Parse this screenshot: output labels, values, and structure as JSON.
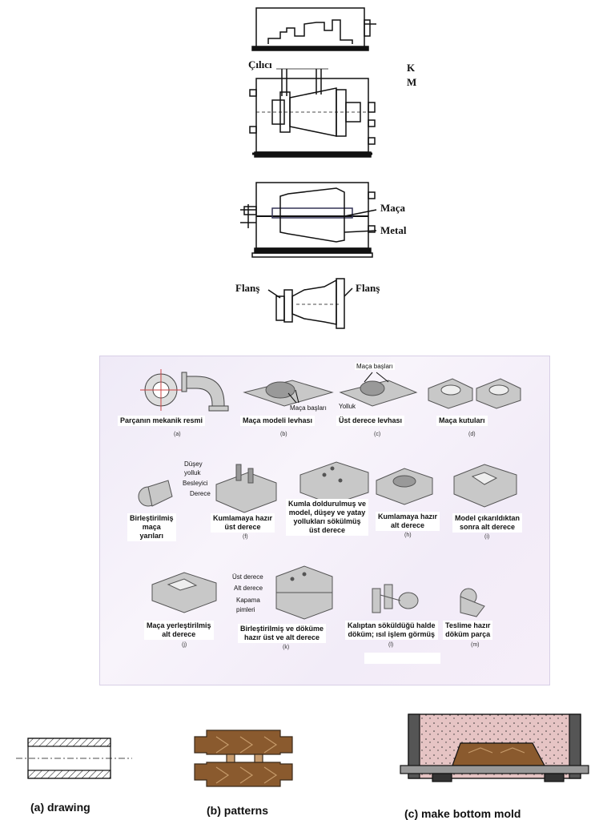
{
  "top_figure": {
    "labels": {
      "sprue": "Çılıcı",
      "right_partial_1": "K",
      "right_partial_2": "M",
      "core": "Maça",
      "metal": "Metal",
      "flange_left": "Flanş",
      "flange_right": "Flanş"
    }
  },
  "process_panel": {
    "steps": [
      {
        "caption": "Parçanın mekanik resmi",
        "letter": "(a)"
      },
      {
        "caption": "Maça modeli levhası",
        "letter": "(b)",
        "callout": "Maça başları"
      },
      {
        "caption": "Üst derece levhası",
        "letter": "(c)",
        "callout_top": "Maça başları",
        "callout_side": "Yolluk"
      },
      {
        "caption": "Maça kutuları",
        "letter": "(d)"
      },
      {
        "caption": "Birleştirilmiş\nmaça\nyarıları",
        "letter": ""
      },
      {
        "caption": "Kumlamaya hazır\nüst derece",
        "letter": "(f)",
        "callouts": [
          "Düşey",
          "yolluk",
          "Besleyici",
          "Derece"
        ]
      },
      {
        "caption": "Kumla doldurulmuş ve\nmodel, düşey ve yatay\nyollukları sökülmüş\nüst derece",
        "letter": ""
      },
      {
        "caption": "Kumlamaya hazır\nalt derece",
        "letter": "(h)"
      },
      {
        "caption": "Model çıkarıldıktan\nsonra alt derece",
        "letter": "(i)"
      },
      {
        "caption": "Maça yerleştirilmiş\nalt derece",
        "letter": "(j)"
      },
      {
        "caption": "Birleştirilmiş ve döküme\nhazır üst ve alt derece",
        "letter": "(k)",
        "callouts": [
          "Üst derece",
          "Alt derece",
          "Kapama",
          "pimleri"
        ]
      },
      {
        "caption": "Kalıptan söküldüğü halde\ndöküm; ısıl işlem görmüş",
        "letter": "(l)"
      },
      {
        "caption": "Teslime hazır\ndöküm parça",
        "letter": "(m)"
      }
    ]
  },
  "bottom_row": {
    "captions": [
      "(a) drawing",
      "(b) patterns",
      "(c) make bottom mold"
    ]
  }
}
